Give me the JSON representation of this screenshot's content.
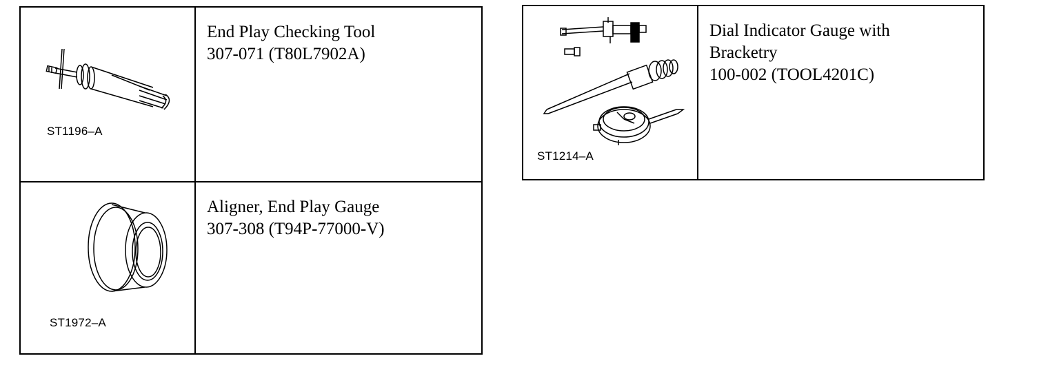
{
  "tools": [
    {
      "name": "End Play Checking Tool",
      "number": "307-071 (T80L7902A)",
      "illustration_code": "ST1196–A"
    },
    {
      "name": "Aligner, End Play Gauge",
      "number": "307-308 (T94P-77000-V)",
      "illustration_code": "ST1972–A"
    },
    {
      "name_line1": "Dial Indicator Gauge with",
      "name_line2": "Bracketry",
      "number": "100-002 (TOOL4201C)",
      "illustration_code": "ST1214–A"
    }
  ]
}
